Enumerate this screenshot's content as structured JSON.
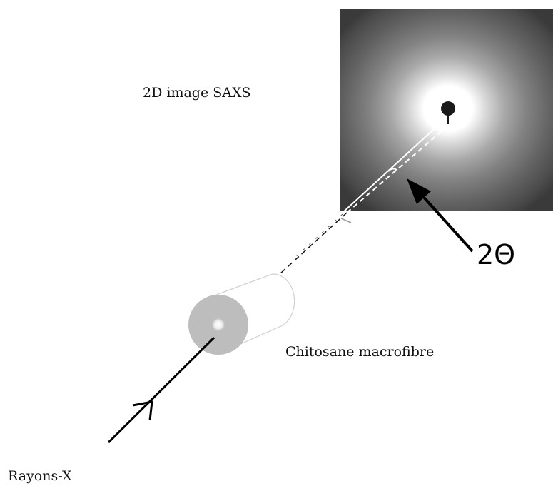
{
  "labels": {
    "detector_image": "2D image SAXS",
    "sample": "Chitosane macrofibre",
    "beam": "Rayons-X",
    "angle": "2Θ"
  },
  "colors": {
    "detector_background": "#3a3a3a",
    "beam_stop": "#1a1a1a",
    "fibre_face": "#bdbdbd",
    "arrow": "#000000"
  },
  "icons": {
    "beam_direction": "arrow-head-icon",
    "angle_pointer": "arrow-icon"
  }
}
